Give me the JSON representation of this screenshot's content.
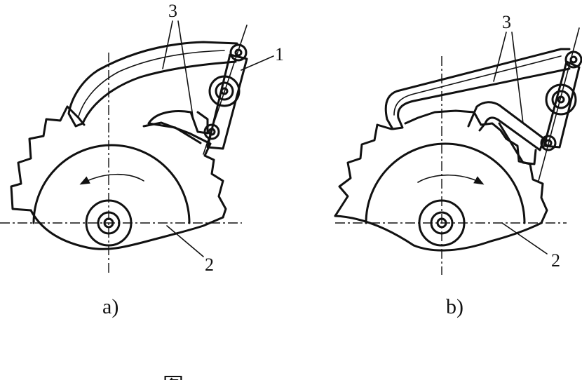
{
  "figure": {
    "panel_a": {
      "caption": "a)",
      "labels": {
        "part3": "3",
        "part1": "1",
        "part2": "2"
      },
      "rotation": "counterclockwise"
    },
    "panel_b": {
      "caption": "b)",
      "labels": {
        "part3": "3",
        "part2": "2"
      },
      "rotation": "clockwise"
    },
    "bottom_caption": "图"
  }
}
